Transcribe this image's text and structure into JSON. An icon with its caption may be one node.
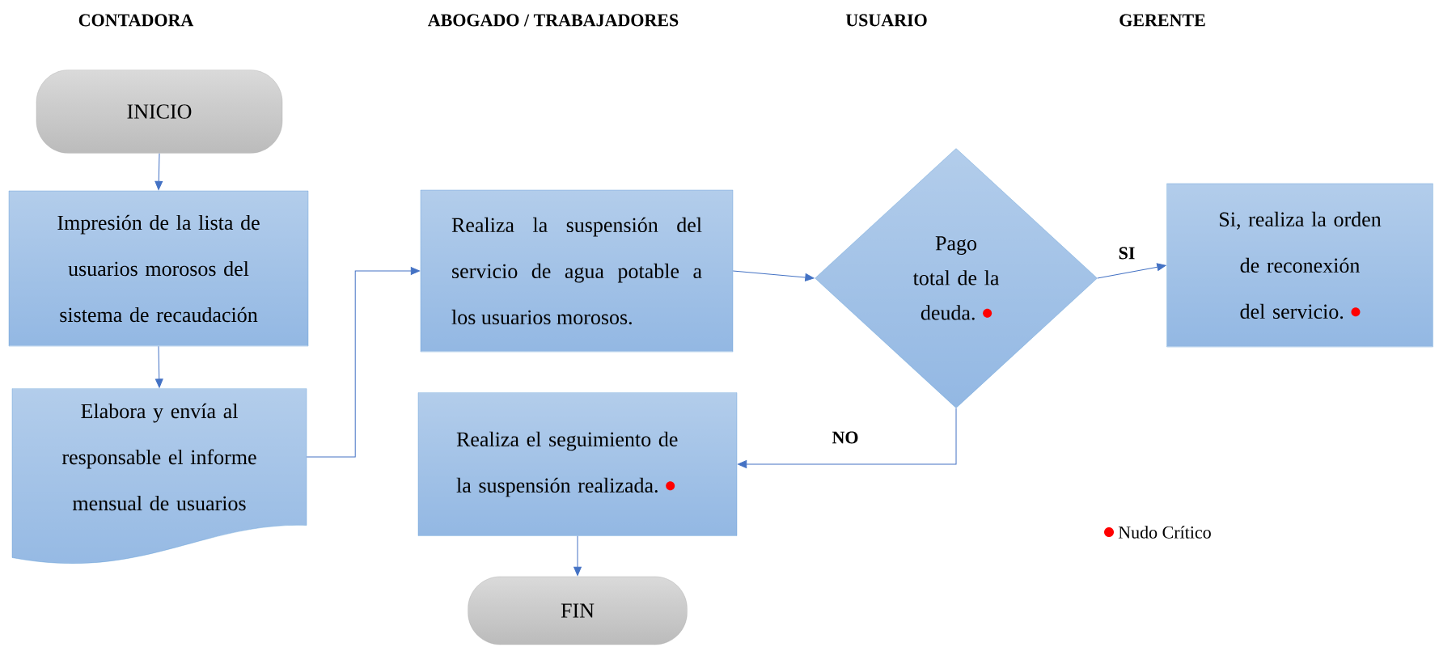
{
  "diagram": {
    "nodes": [
      {
        "text": [
          "INICIO"
        ]
      },
      {
        "text": [
          "Impresión de la lista de usuarios morosos del sistema de recaudación"
        ]
      },
      {
        "text": [
          "Elabora y envía al responsable el informe mensual de usuarios"
        ]
      },
      {
        "text": [
          "Realiza la suspensión del servicio de agua potable a los usuarios morosos."
        ]
      },
      {
        "text": [
          "Pago total de la deuda."
        ]
      },
      {
        "text": [
          "Si, realiza la orden de reconexión del servicio."
        ]
      },
      {
        "text": [
          "Realiza el seguimiento de la suspensión realizada."
        ]
      },
      {
        "text": [
          "FIN"
        ]
      }
    ],
    "edges": [
      {
        "from": 0,
        "to": 1,
        "arrow": "to"
      },
      {
        "from": 1,
        "to": 2,
        "arrow": "to"
      },
      {
        "from": 2,
        "to": 3,
        "arrow": "to"
      },
      {
        "from": 3,
        "to": 4,
        "arrow": "to"
      },
      {
        "from": 4,
        "to": 5,
        "arrow": "to",
        "label": "SI"
      },
      {
        "from": 4,
        "to": 6,
        "arrow": "to",
        "label": "NO"
      },
      {
        "from": 6,
        "to": 7,
        "arrow": "to"
      }
    ],
    "labels": [
      "CONTADORA",
      "ABOGADO / TRABAJADORES",
      "USUARIO",
      "GERENTE"
    ],
    "legend": [
      {
        "text": "Nudo Crítico",
        "color": "#ff0000"
      }
    ]
  }
}
